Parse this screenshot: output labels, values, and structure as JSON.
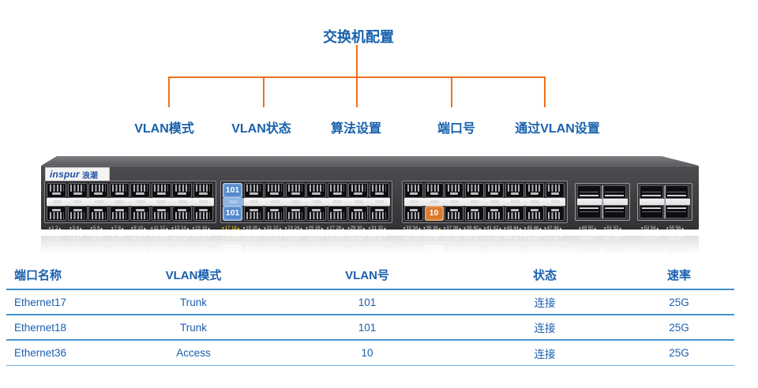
{
  "diagram": {
    "title": "交换机配置",
    "branches": [
      "VLAN模式",
      "VLAN状态",
      "算法设置",
      "端口号",
      "通过VLAN设置"
    ],
    "line_color": "#F0701E",
    "text_color": "#1760AB"
  },
  "switch": {
    "brand": "inspur",
    "brand_cn": "浪潮",
    "label_prefix": "▼",
    "label_suffix": "▲",
    "sfp_block_1_pairs": [
      "1 2",
      "3 4",
      "5 6",
      "7 8",
      "9 10",
      "11 12",
      "13 14",
      "15 16"
    ],
    "sfp_block_2_pairs": [
      "17 18",
      "19 20",
      "21 22",
      "23 24",
      "25 26",
      "27 28",
      "29 30",
      "31 32"
    ],
    "sfp_block_3_pairs": [
      "33 34",
      "35 36",
      "37 38",
      "39 40",
      "41 42",
      "43 44",
      "45 46",
      "47 48"
    ],
    "qsfp_group1_pairs": [
      "49 50",
      "51 52"
    ],
    "qsfp_group2_pairs": [
      "53 54",
      "55 56"
    ],
    "highlight_trunk": {
      "pair": "17 18",
      "top_label": "101",
      "bottom_label": "101",
      "color": "#5288CB"
    },
    "highlight_access": {
      "pair": "35 36",
      "bottom_label": "10",
      "color": "#D8782E"
    }
  },
  "table": {
    "headers": [
      "端口名称",
      "VLAN模式",
      "VLAN号",
      "状态",
      "速率"
    ],
    "rows": [
      [
        "Ethernet17",
        "Trunk",
        "101",
        "连接",
        "25G"
      ],
      [
        "Ethernet18",
        "Trunk",
        "101",
        "连接",
        "25G"
      ],
      [
        "Ethernet36",
        "Access",
        "10",
        "连接",
        "25G"
      ]
    ]
  }
}
